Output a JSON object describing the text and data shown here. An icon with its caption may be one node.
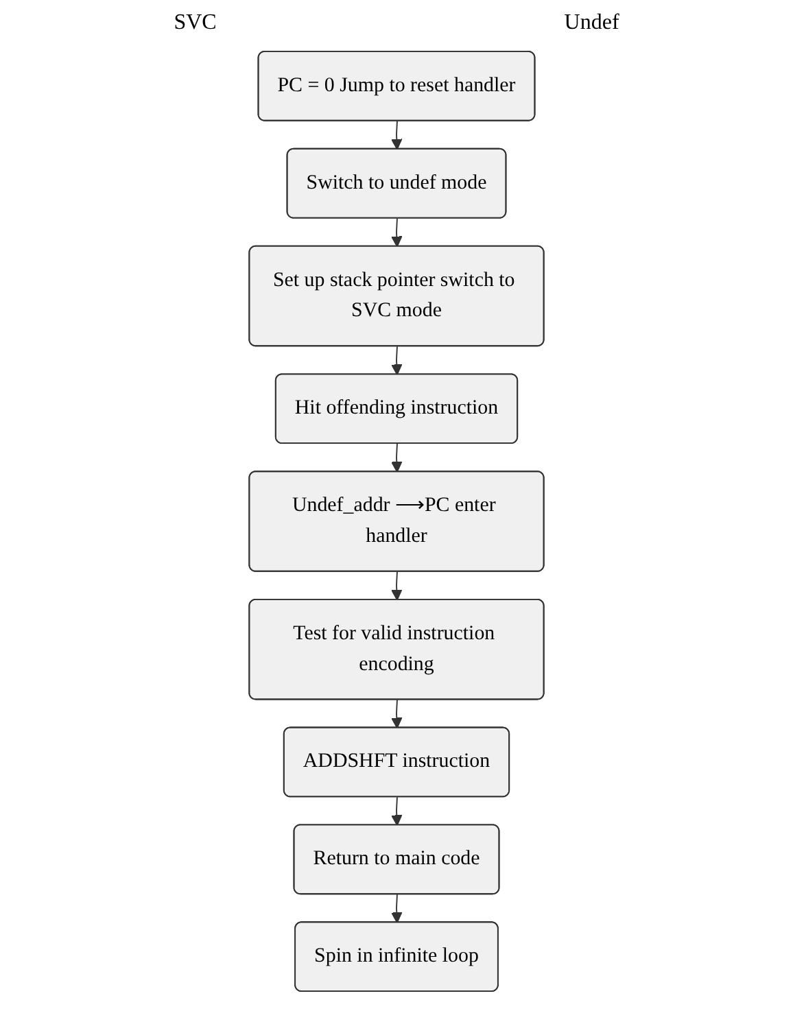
{
  "diagram": {
    "nodes": [
      {
        "text": [
          "PC = 0 Jump to reset handler"
        ]
      },
      {
        "text": [
          "Switch to undef mode"
        ]
      },
      {
        "text": [
          "Set up stack pointer switch to SVC mode"
        ]
      },
      {
        "text": [
          "Hit offending instruction"
        ]
      },
      {
        "text": [
          "Undef_addr ⟶PC enter handler"
        ]
      },
      {
        "text": [
          "Test for valid instruction encoding"
        ]
      },
      {
        "text": [
          "ADDSHFT instruction"
        ]
      },
      {
        "text": [
          "Return to main code"
        ]
      },
      {
        "text": [
          "Spin in infinite loop"
        ]
      }
    ],
    "edges": [
      {
        "from": 0,
        "to": 1,
        "arrow": "to"
      },
      {
        "from": 1,
        "to": 2,
        "arrow": "to"
      },
      {
        "from": 2,
        "to": 3,
        "arrow": "to"
      },
      {
        "from": 3,
        "to": 4,
        "arrow": "to"
      },
      {
        "from": 4,
        "to": 5,
        "arrow": "to"
      },
      {
        "from": 5,
        "to": 6,
        "arrow": "to"
      },
      {
        "from": 6,
        "to": 7,
        "arrow": "to"
      },
      {
        "from": 7,
        "to": 8,
        "arrow": "to"
      }
    ],
    "labels": [
      "SVC",
      "Undef"
    ]
  }
}
